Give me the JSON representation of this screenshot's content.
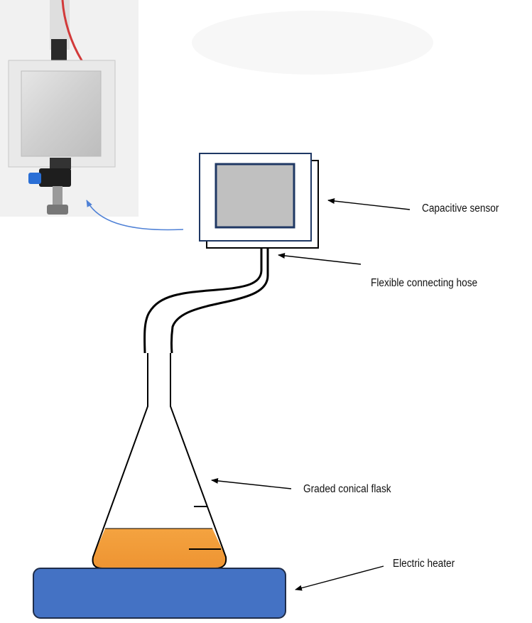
{
  "labels": {
    "capacitive_sensor": "Capacitive sensor",
    "flexible_hose": "Flexible connecting hose",
    "conical_flask": "Graded conical flask",
    "electric_heater": "Electric heater"
  },
  "colors": {
    "liquid": "#ef9a35",
    "heater": "#4472c4",
    "heater_outline": "#1f2d4a",
    "sensor_screen": "#c0c0c0",
    "sensor_screen_border": "#1f3864",
    "photo_arrow": "#4f81d6",
    "outline": "#000000"
  },
  "icons": {
    "photo": "sensor-photo-icon",
    "pointer_arrows": "arrow-icon"
  }
}
